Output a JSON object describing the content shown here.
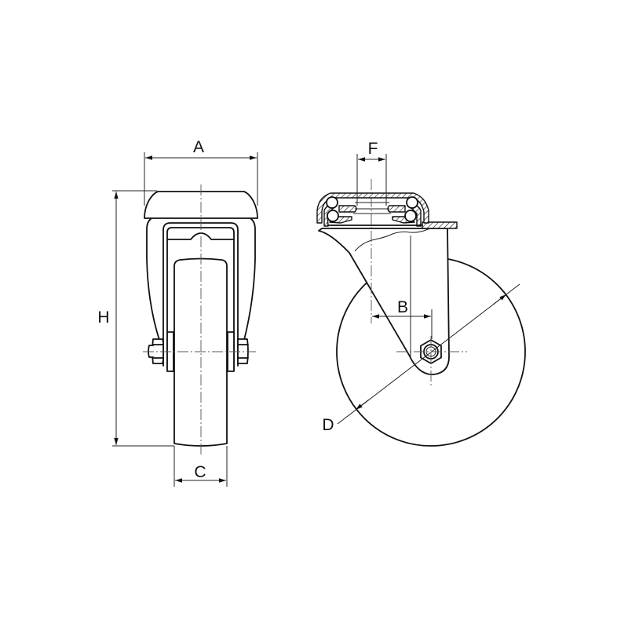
{
  "drawing": {
    "type": "technical-drawing",
    "subject": "swivel castor wheel",
    "views": [
      "front view",
      "side view"
    ]
  },
  "left_view": {
    "dimension_labels": {
      "top_plate_width": "A",
      "overall_height": "H",
      "wheel_width": "C"
    }
  },
  "right_view": {
    "dimension_labels": {
      "swivel_hole": "F",
      "offset": "B",
      "wheel_diameter": "D"
    }
  },
  "colors": {
    "line": "#111111",
    "centerline": "#555555",
    "background": "#ffffff"
  }
}
